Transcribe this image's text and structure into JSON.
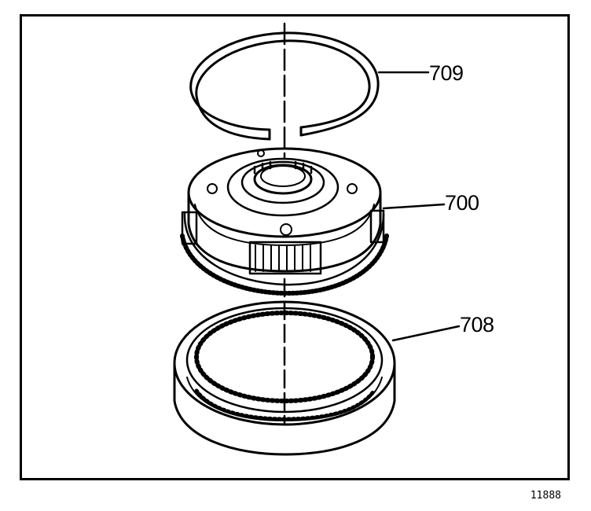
{
  "callouts": {
    "snap_ring": "709",
    "carrier_assembly": "700",
    "ring_gear": "708"
  },
  "figure_id": "11888",
  "colors": {
    "ink": "#000000",
    "paper": "#ffffff"
  }
}
